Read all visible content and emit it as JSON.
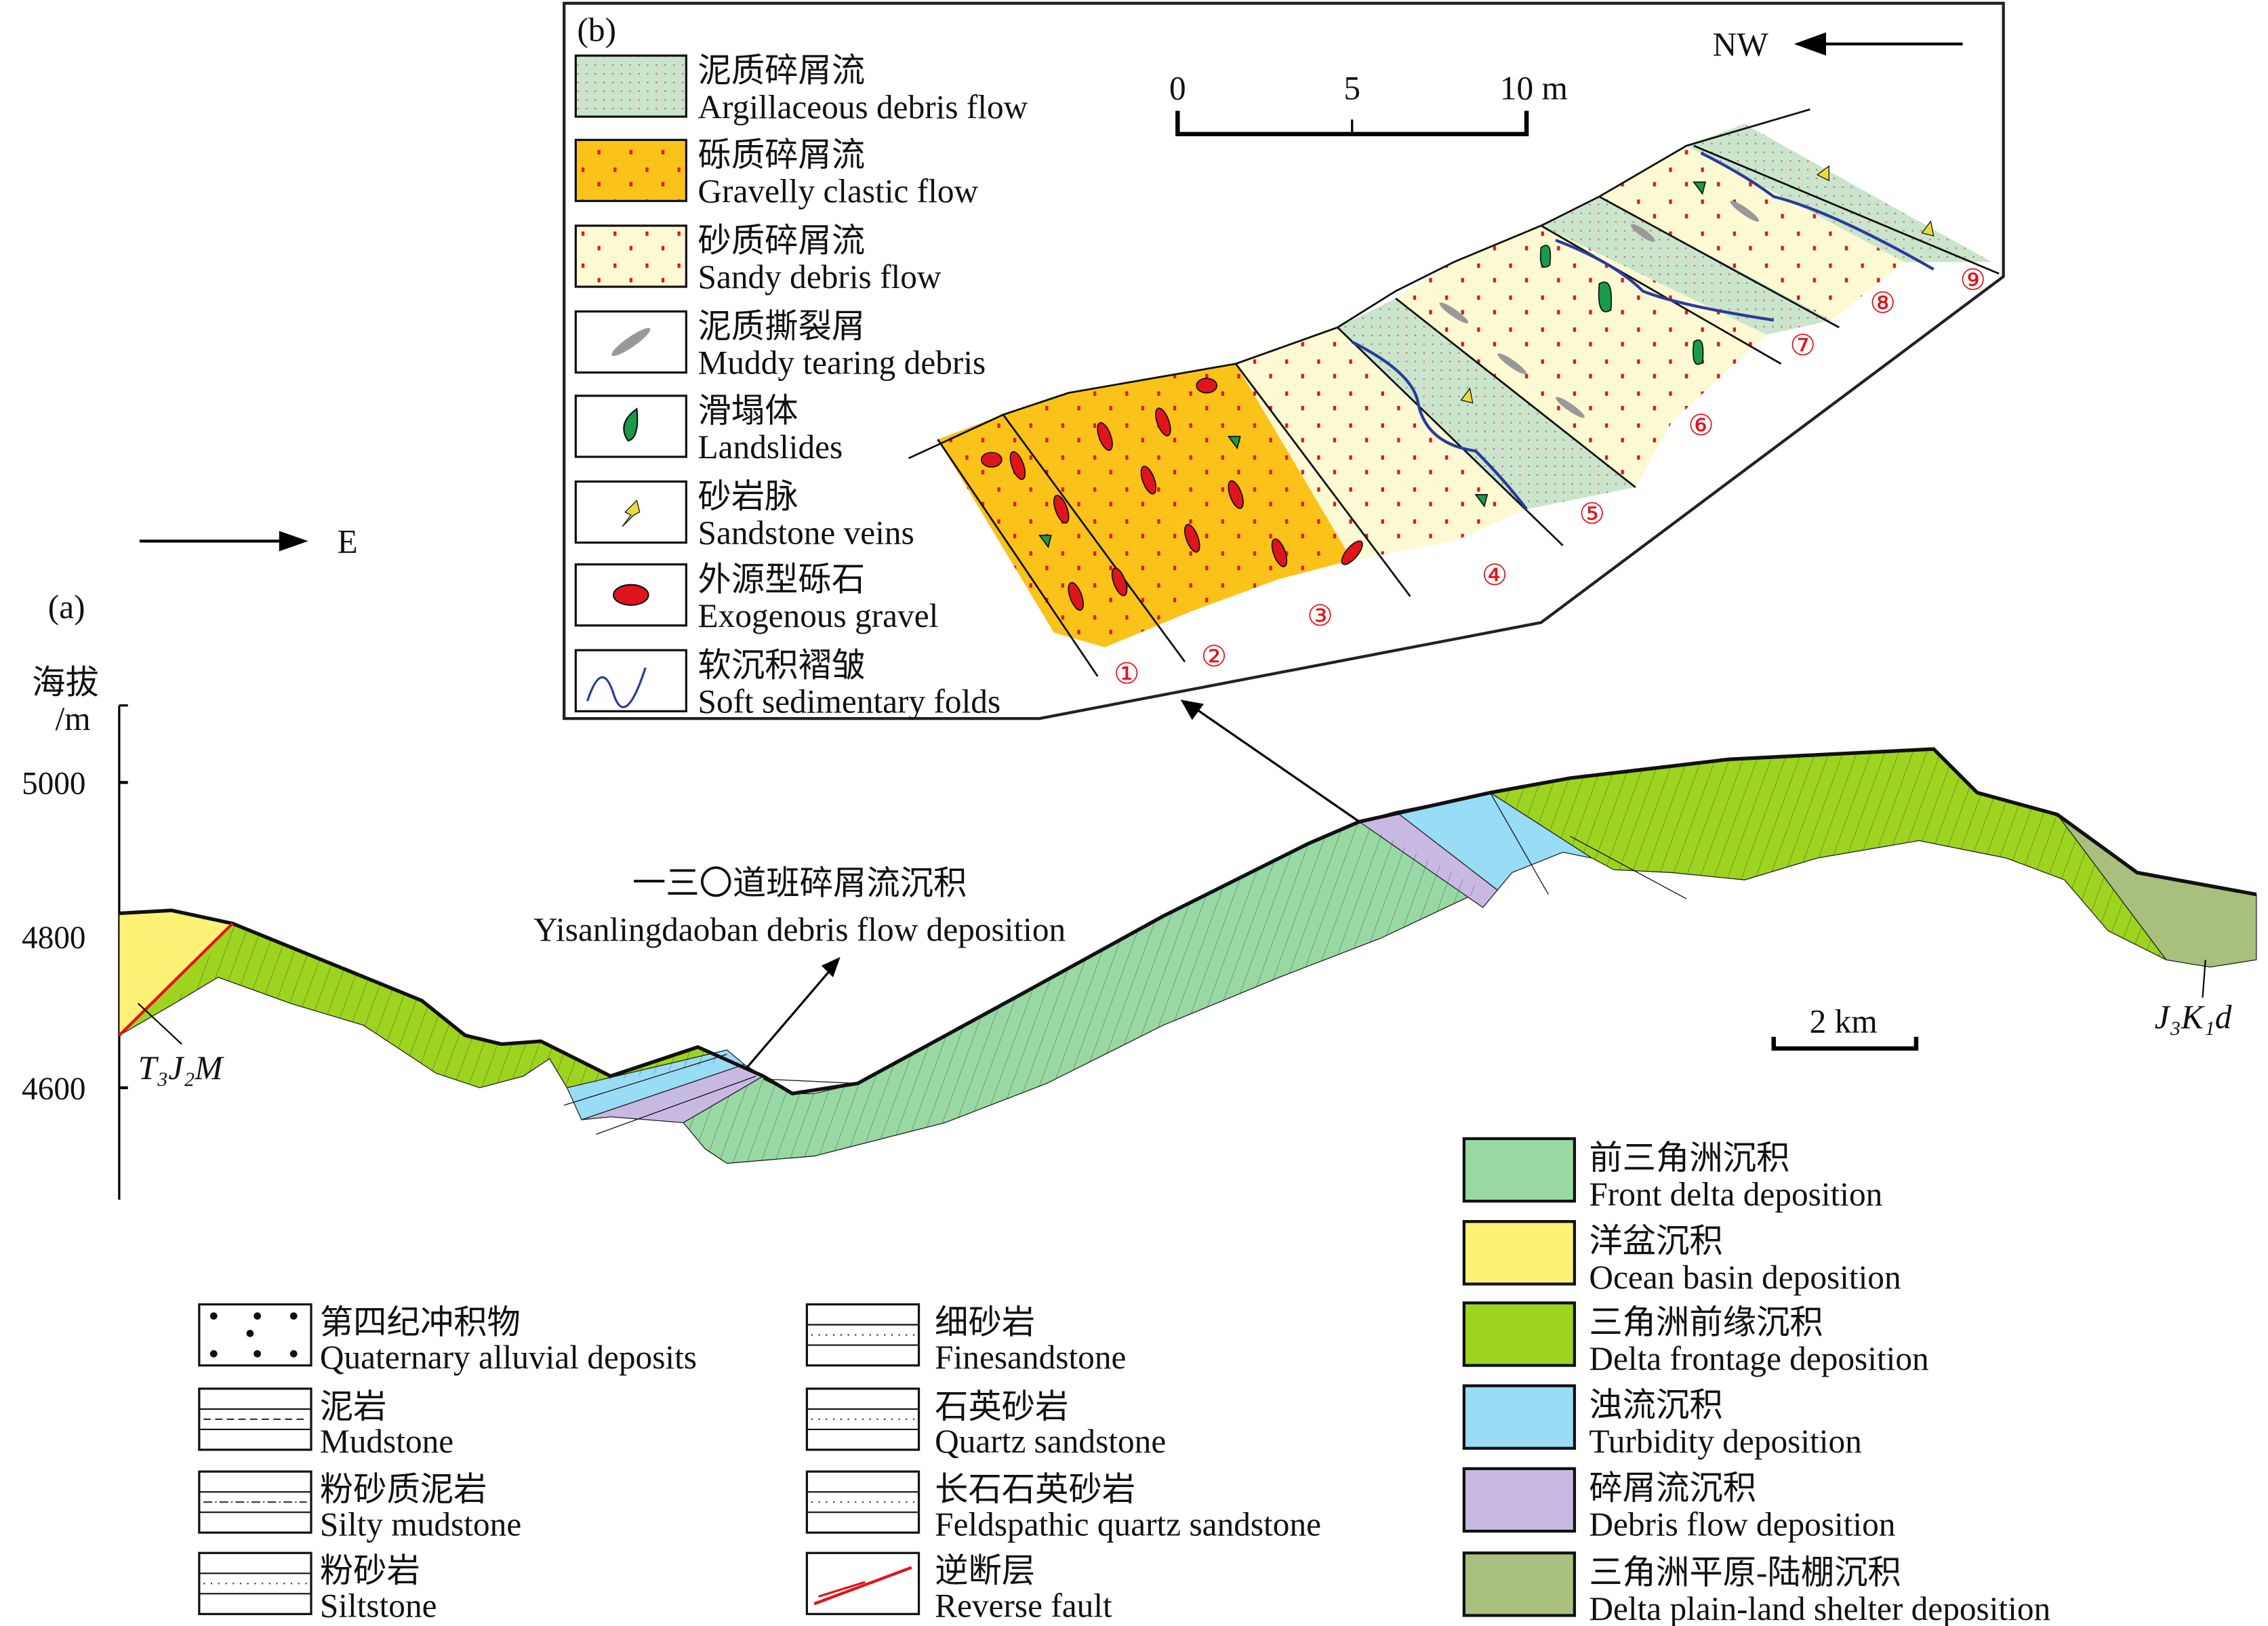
{
  "panel_a": {
    "label": "(a)",
    "direction": "E",
    "axis_title_cn": "海拔",
    "axis_unit": "/m",
    "ticks": [
      "5000",
      "4800",
      "4600"
    ],
    "annotation_cn": "一三〇道班碎屑流沉积",
    "annotation_en": "Yisanlingdaoban debris flow deposition",
    "left_unit": "T₃J₂M",
    "right_unit": "J₃K₁d",
    "scale": "2 km"
  },
  "panel_b": {
    "label": "(b)",
    "direction": "NW",
    "scale_ticks": [
      "0",
      "5",
      "10 m"
    ],
    "bed_numbers": [
      "①",
      "②",
      "③",
      "④",
      "⑤",
      "⑥",
      "⑦",
      "⑧",
      "⑨"
    ],
    "legend": [
      {
        "cn": "泥质碎屑流",
        "en": "Argillaceous debris flow",
        "icon": "argillaceous-swatch"
      },
      {
        "cn": "砾质碎屑流",
        "en": "Gravelly clastic flow",
        "icon": "gravelly-swatch"
      },
      {
        "cn": "砂质碎屑流",
        "en": "Sandy debris flow",
        "icon": "sandy-swatch"
      },
      {
        "cn": "泥质撕裂屑",
        "en": "Muddy tearing debris",
        "icon": "muddy-debris-icon"
      },
      {
        "cn": "滑塌体",
        "en": "Landslides",
        "icon": "landslide-icon"
      },
      {
        "cn": "砂岩脉",
        "en": "Sandstone veins",
        "icon": "sandstone-vein-icon"
      },
      {
        "cn": "外源型砾石",
        "en": "Exogenous gravel",
        "icon": "gravel-icon"
      },
      {
        "cn": "软沉积褶皱",
        "en": "Soft sedimentary folds",
        "icon": "fold-icon"
      }
    ]
  },
  "lithology_legend": [
    {
      "cn": "第四纪冲积物",
      "en": "Quaternary alluvial deposits"
    },
    {
      "cn": "泥岩",
      "en": "Mudstone"
    },
    {
      "cn": "粉砂质泥岩",
      "en": "Silty mudstone"
    },
    {
      "cn": "粉砂岩",
      "en": "Siltstone"
    },
    {
      "cn": "细砂岩",
      "en": "Finesandstone"
    },
    {
      "cn": "石英砂岩",
      "en": "Quartz sandstone"
    },
    {
      "cn": "长石石英砂岩",
      "en": "Feldspathic quartz sandstone"
    },
    {
      "cn": "逆断层",
      "en": "Reverse fault"
    }
  ],
  "facies_legend": [
    {
      "cn": "前三角洲沉积",
      "en": "Front delta deposition",
      "color": "#98d9a3"
    },
    {
      "cn": "洋盆沉积",
      "en": "Ocean basin deposition",
      "color": "#fdf176"
    },
    {
      "cn": "三角洲前缘沉积",
      "en": "Delta frontage deposition",
      "color": "#9dd41f"
    },
    {
      "cn": "浊流沉积",
      "en": "Turbidity deposition",
      "color": "#99dcf5"
    },
    {
      "cn": "碎屑流沉积",
      "en": "Debris flow deposition",
      "color": "#c8b9e3"
    },
    {
      "cn": "三角洲平原-陆棚沉积",
      "en": "Delta plain-land shelter deposition",
      "color": "#a8bf7e"
    }
  ],
  "colors": {
    "gravelly": "#fbc21a",
    "sandy": "#fdf9d2",
    "argillaceous": "#c9e6cc",
    "red": "#e0141c",
    "fold": "#2a3c9c",
    "landslide": "#1a9a48"
  }
}
